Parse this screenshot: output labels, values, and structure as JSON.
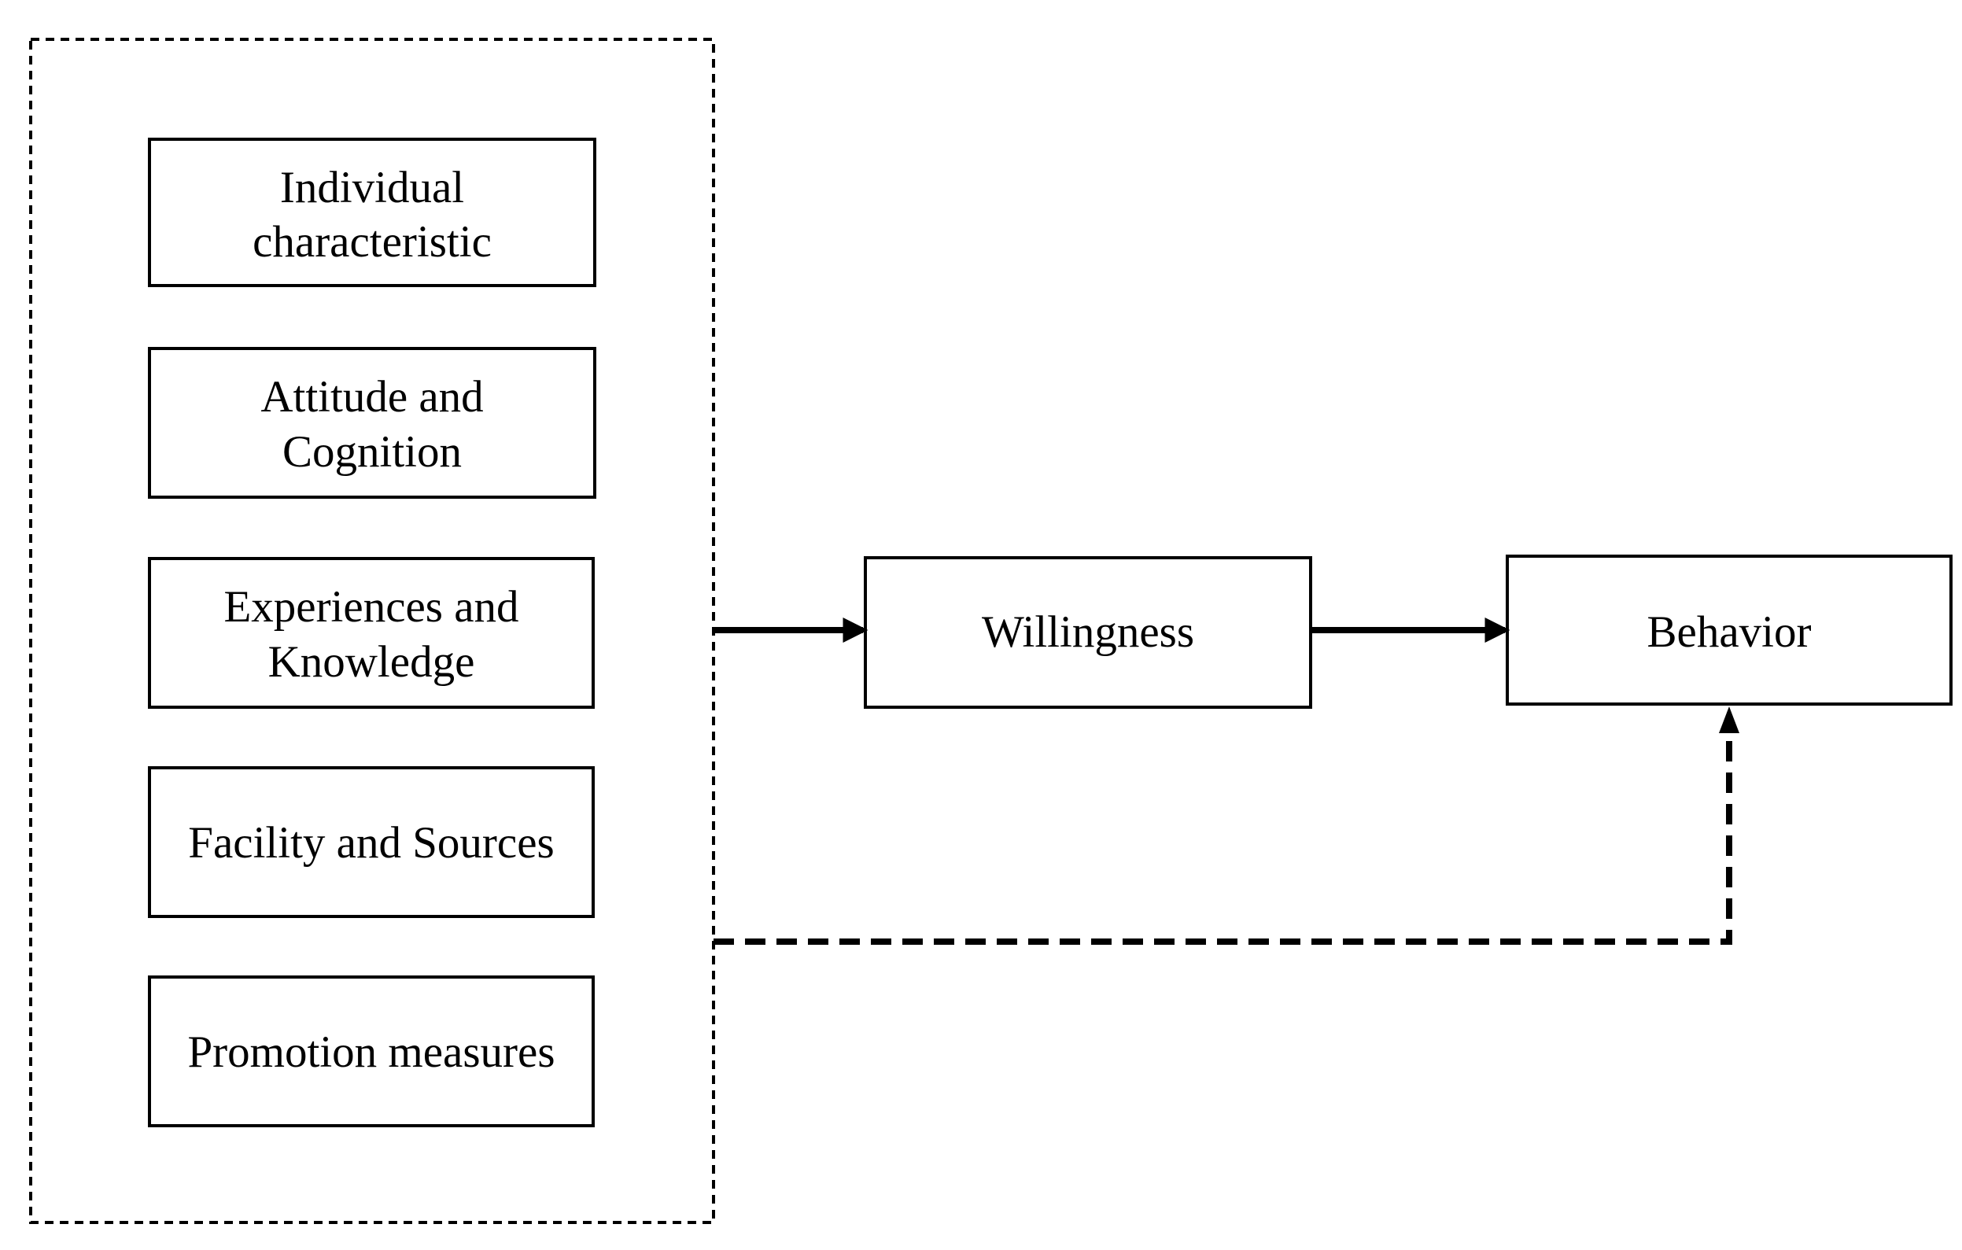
{
  "diagram": {
    "factors": [
      {
        "id": "individual",
        "lines": [
          "Individual",
          "characteristic"
        ]
      },
      {
        "id": "attitude",
        "lines": [
          "Attitude and",
          "Cognition"
        ]
      },
      {
        "id": "experiences",
        "lines": [
          "Experiences and",
          "Knowledge"
        ]
      },
      {
        "id": "facility",
        "lines": [
          "Facility and Sources"
        ]
      },
      {
        "id": "promotion",
        "lines": [
          "Promotion measures"
        ]
      }
    ],
    "willingness": "Willingness",
    "behavior": "Behavior"
  }
}
